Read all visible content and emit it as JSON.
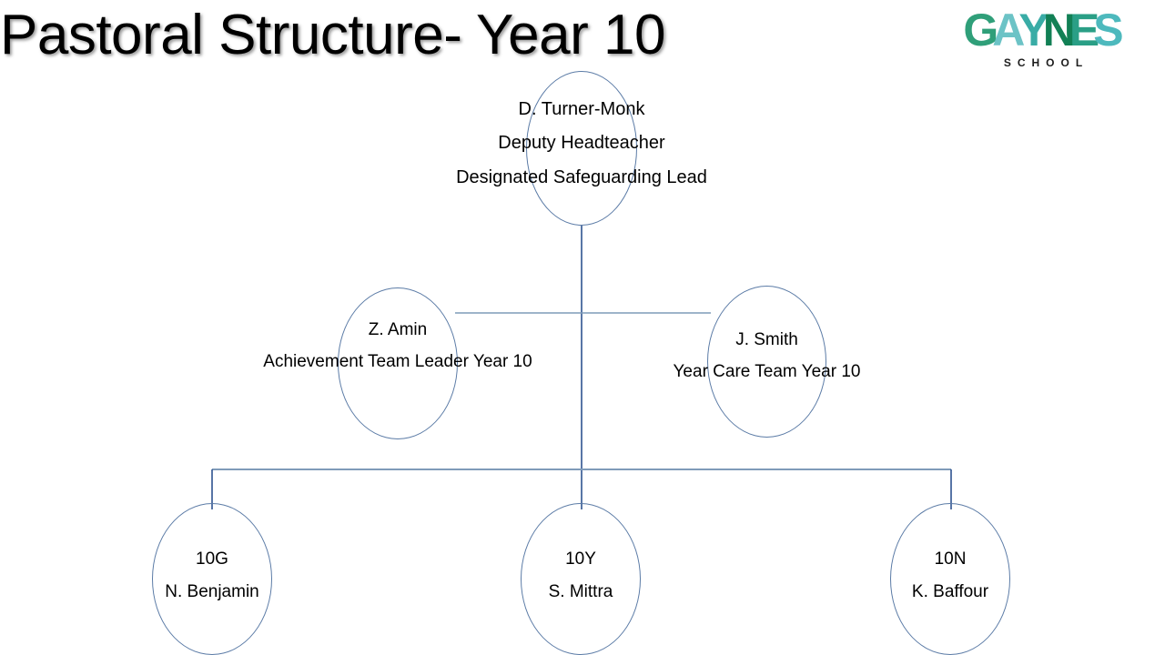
{
  "slide": {
    "title": "Pastoral Structure- Year 10",
    "background_color": "#ffffff",
    "text_color": "#000000"
  },
  "logo": {
    "word": "GAYNES",
    "letters": [
      "G",
      "A",
      "Y",
      "N",
      "E",
      "S"
    ],
    "subtitle": "SCHOOL",
    "colors": {
      "teal_light": "#55b8bd",
      "green_dark": "#128055",
      "green_mid": "#1f9a62",
      "teal_mid": "#3aa9a4",
      "sub_text": "#1d1d1d"
    }
  },
  "chart": {
    "connector_colors": {
      "trunk": "#2e5390",
      "branch": "#7f9bb9",
      "node_outline": "#5b7ba6"
    },
    "nodes": [
      {
        "id": "top",
        "name": "D. Turner-Monk",
        "lines": [
          "D. Turner-Monk",
          "Deputy Headteacher",
          "Designated Safeguarding Lead"
        ]
      },
      {
        "id": "mid-left",
        "name": "Z. Amin",
        "lines": [
          "Z. Amin",
          "Achievement Team Leader Year 10"
        ]
      },
      {
        "id": "mid-right",
        "name": "J. Smith",
        "lines": [
          "J. Smith",
          "Year Care Team Year 10"
        ]
      },
      {
        "id": "form-10g",
        "name": "10G",
        "lines": [
          "10G",
          "N. Benjamin"
        ]
      },
      {
        "id": "form-10y",
        "name": "10Y",
        "lines": [
          "10Y",
          "S. Mittra"
        ]
      },
      {
        "id": "form-10n",
        "name": "10N",
        "lines": [
          "10N",
          "K. Baffour"
        ]
      }
    ]
  }
}
